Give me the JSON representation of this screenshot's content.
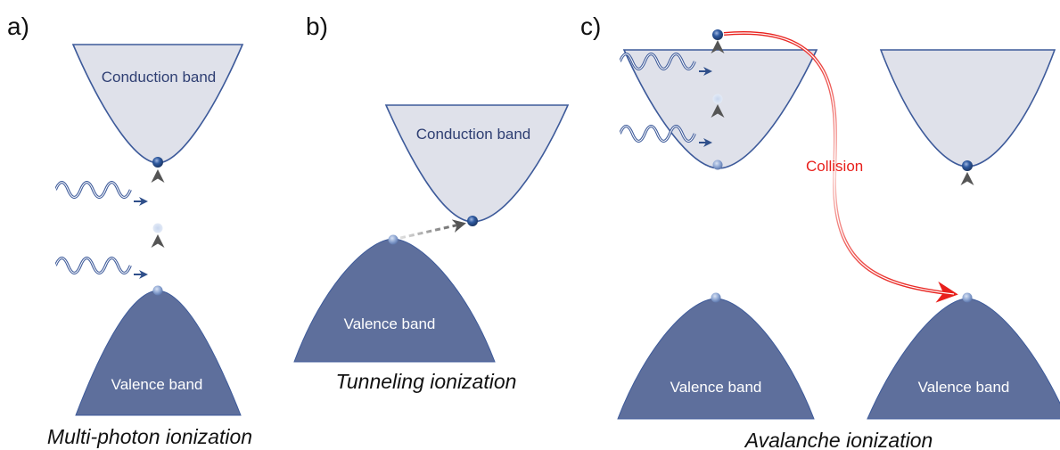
{
  "panels": {
    "a": {
      "letter": "a)",
      "conduction_label": "Conduction band",
      "valence_label": "Valence band",
      "caption": "Multi-photon ionization"
    },
    "b": {
      "letter": "b)",
      "conduction_label": "Conduction band",
      "valence_label": "Valence band",
      "caption": "Tunneling ionization"
    },
    "c": {
      "letter": "c)",
      "collision_label": "Collision",
      "valence_label_left": "Valence band",
      "valence_label_right": "Valence band",
      "caption": "Avalanche ionization"
    }
  },
  "colors": {
    "conduction_fill": "#dfe1ea",
    "band_outline": "#3d5a9a",
    "valence_fill": "#5e6f9c",
    "electron": "#2f4f8a",
    "collision": "#e8201c",
    "arrow": "#555555"
  }
}
